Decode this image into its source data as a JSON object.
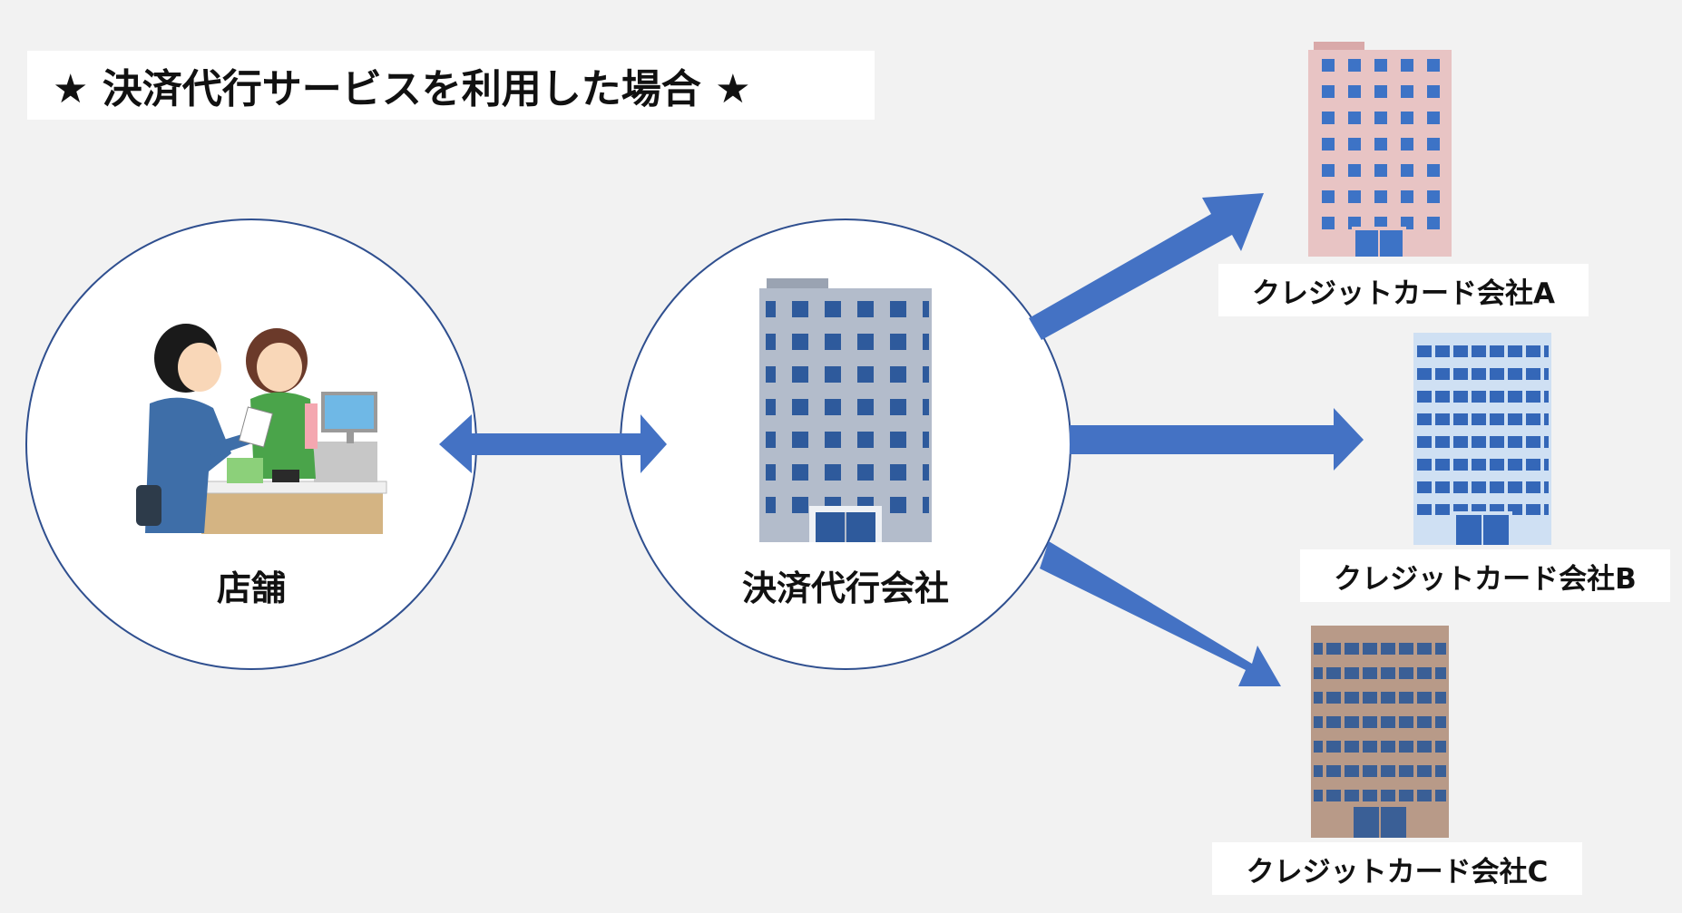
{
  "title": "★ 決済代行サービスを利用した場合 ★",
  "colors": {
    "background": "#f2f2f2",
    "arrow": "#4472c4",
    "circle_stroke": "#2f4f8f",
    "building_a": "#e8c4c4",
    "building_b": "#7fa8dc",
    "building_c": "#b89a88",
    "building_center": "#a8b4c8"
  },
  "nodes": {
    "store": {
      "label": "店舗",
      "icon": "shop-counter-illustration"
    },
    "agent": {
      "label": "決済代行会社",
      "icon": "office-building-gray"
    },
    "card_a": {
      "label": "クレジットカード会社A",
      "icon": "office-building-pink"
    },
    "card_b": {
      "label": "クレジットカード会社B",
      "icon": "office-building-blue"
    },
    "card_c": {
      "label": "クレジットカード会社C",
      "icon": "office-building-brown"
    }
  },
  "edges": [
    {
      "from": "store",
      "to": "agent",
      "type": "bidirectional"
    },
    {
      "from": "agent",
      "to": "card_a",
      "type": "directed"
    },
    {
      "from": "agent",
      "to": "card_b",
      "type": "directed"
    },
    {
      "from": "agent",
      "to": "card_c",
      "type": "directed"
    }
  ]
}
